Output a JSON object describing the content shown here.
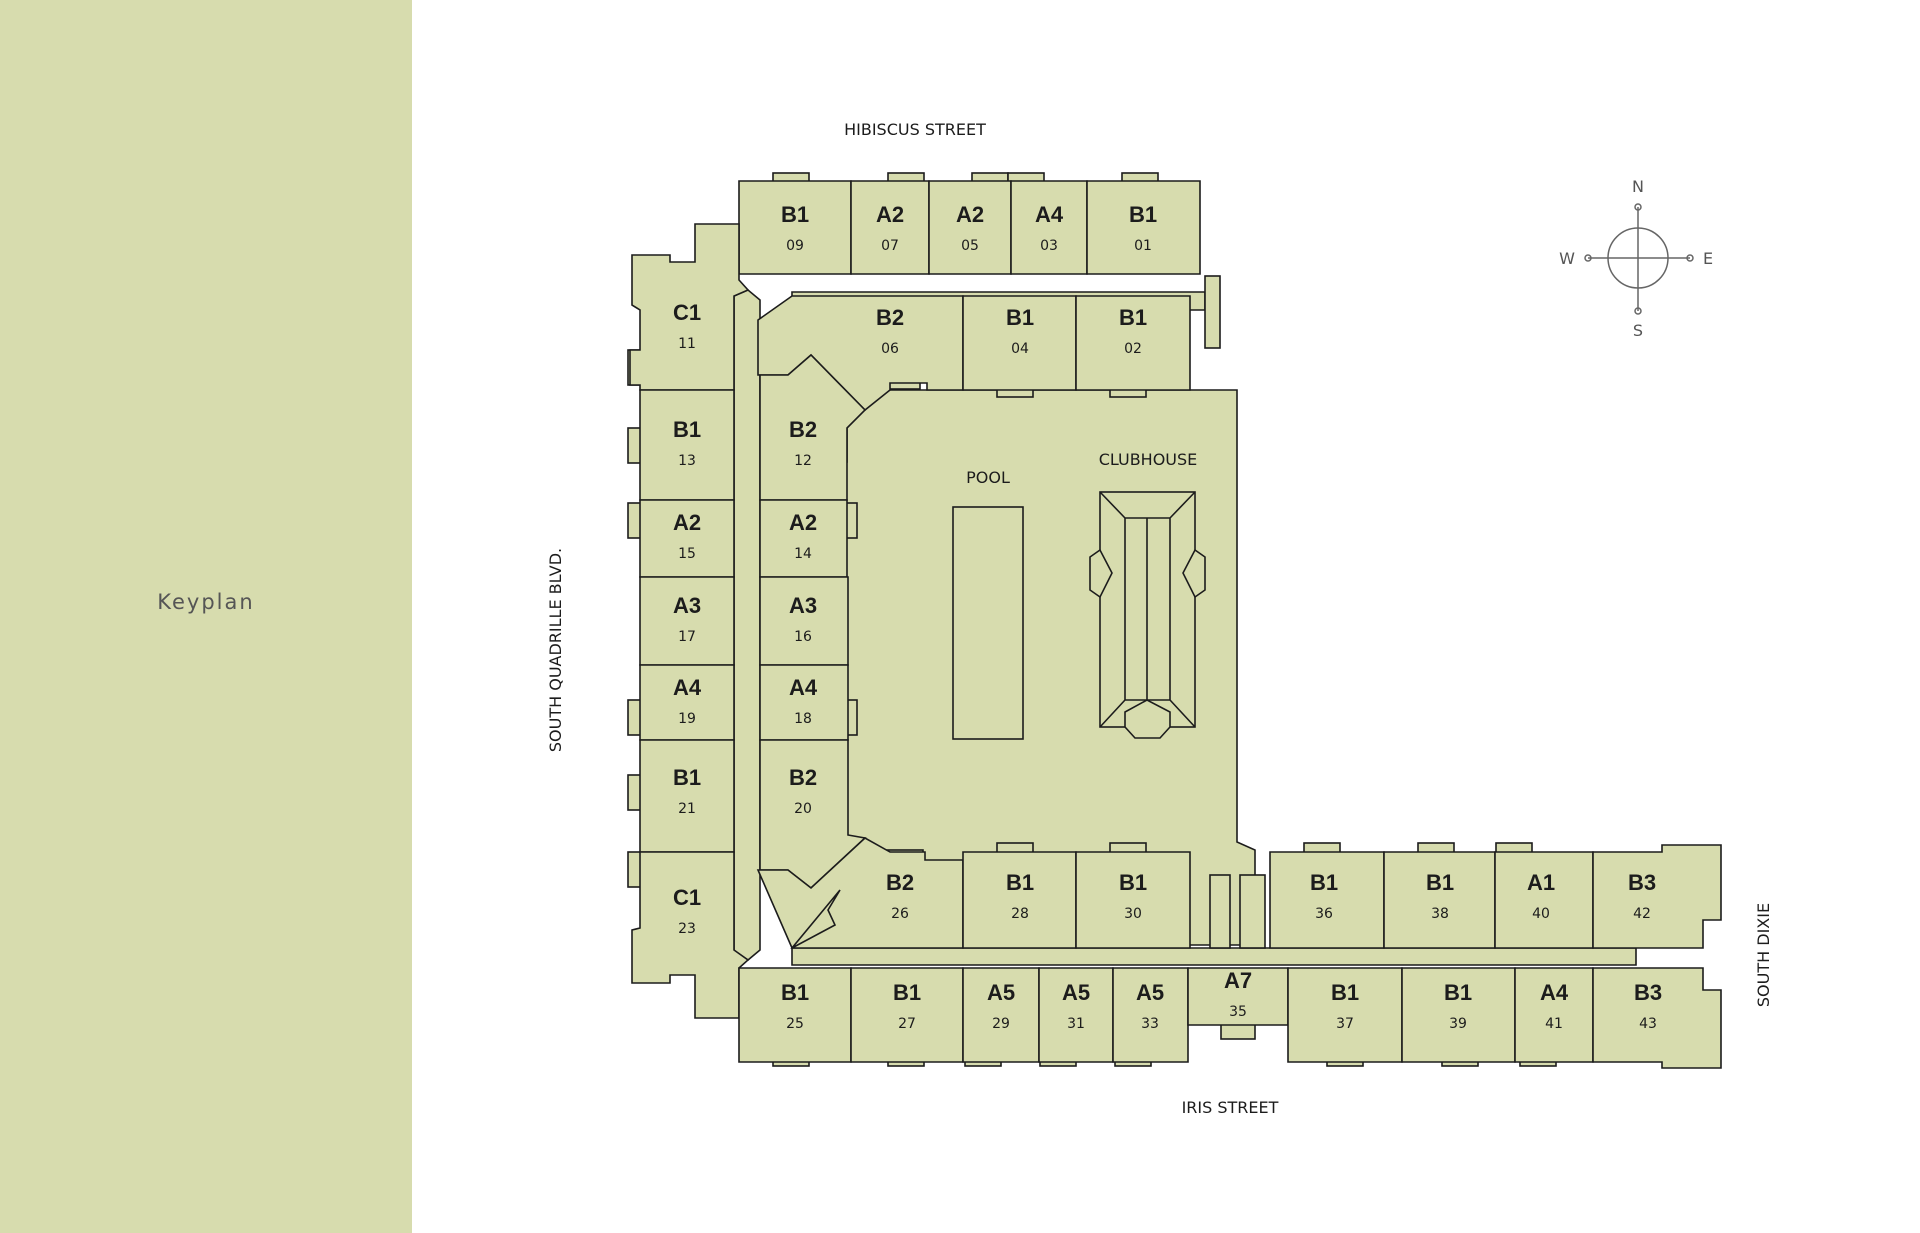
{
  "sidebar": {
    "title": "Keyplan"
  },
  "streets": {
    "north": "HIBISCUS STREET",
    "south": "IRIS STREET",
    "west": "SOUTH QUADRILLE BLVD.",
    "east": "SOUTH DIXIE"
  },
  "amenities": {
    "pool": "POOL",
    "clubhouse": "CLUBHOUSE"
  },
  "compass": {
    "n": "N",
    "s": "S",
    "e": "E",
    "w": "W"
  },
  "colors": {
    "background": "#ffffff",
    "unit_fill": "#d7dcae",
    "outline": "#1c1c1c",
    "sidebar": "#d7dcae"
  },
  "units": [
    {
      "code": "B1",
      "num": "09"
    },
    {
      "code": "A2",
      "num": "07"
    },
    {
      "code": "A2",
      "num": "05"
    },
    {
      "code": "A4",
      "num": "03"
    },
    {
      "code": "B1",
      "num": "01"
    },
    {
      "code": "C1",
      "num": "11"
    },
    {
      "code": "B2",
      "num": "06"
    },
    {
      "code": "B1",
      "num": "04"
    },
    {
      "code": "B1",
      "num": "02"
    },
    {
      "code": "B1",
      "num": "13"
    },
    {
      "code": "B2",
      "num": "12"
    },
    {
      "code": "A2",
      "num": "15"
    },
    {
      "code": "A2",
      "num": "14"
    },
    {
      "code": "A3",
      "num": "17"
    },
    {
      "code": "A3",
      "num": "16"
    },
    {
      "code": "A4",
      "num": "19"
    },
    {
      "code": "A4",
      "num": "18"
    },
    {
      "code": "B1",
      "num": "21"
    },
    {
      "code": "B2",
      "num": "20"
    },
    {
      "code": "C1",
      "num": "23"
    },
    {
      "code": "B2",
      "num": "26"
    },
    {
      "code": "B1",
      "num": "28"
    },
    {
      "code": "B1",
      "num": "30"
    },
    {
      "code": "B1",
      "num": "36"
    },
    {
      "code": "B1",
      "num": "38"
    },
    {
      "code": "A1",
      "num": "40"
    },
    {
      "code": "B3",
      "num": "42"
    },
    {
      "code": "B1",
      "num": "25"
    },
    {
      "code": "B1",
      "num": "27"
    },
    {
      "code": "A5",
      "num": "29"
    },
    {
      "code": "A5",
      "num": "31"
    },
    {
      "code": "A5",
      "num": "33"
    },
    {
      "code": "A7",
      "num": "35"
    },
    {
      "code": "B1",
      "num": "37"
    },
    {
      "code": "B1",
      "num": "39"
    },
    {
      "code": "A4",
      "num": "41"
    },
    {
      "code": "B3",
      "num": "43"
    }
  ]
}
